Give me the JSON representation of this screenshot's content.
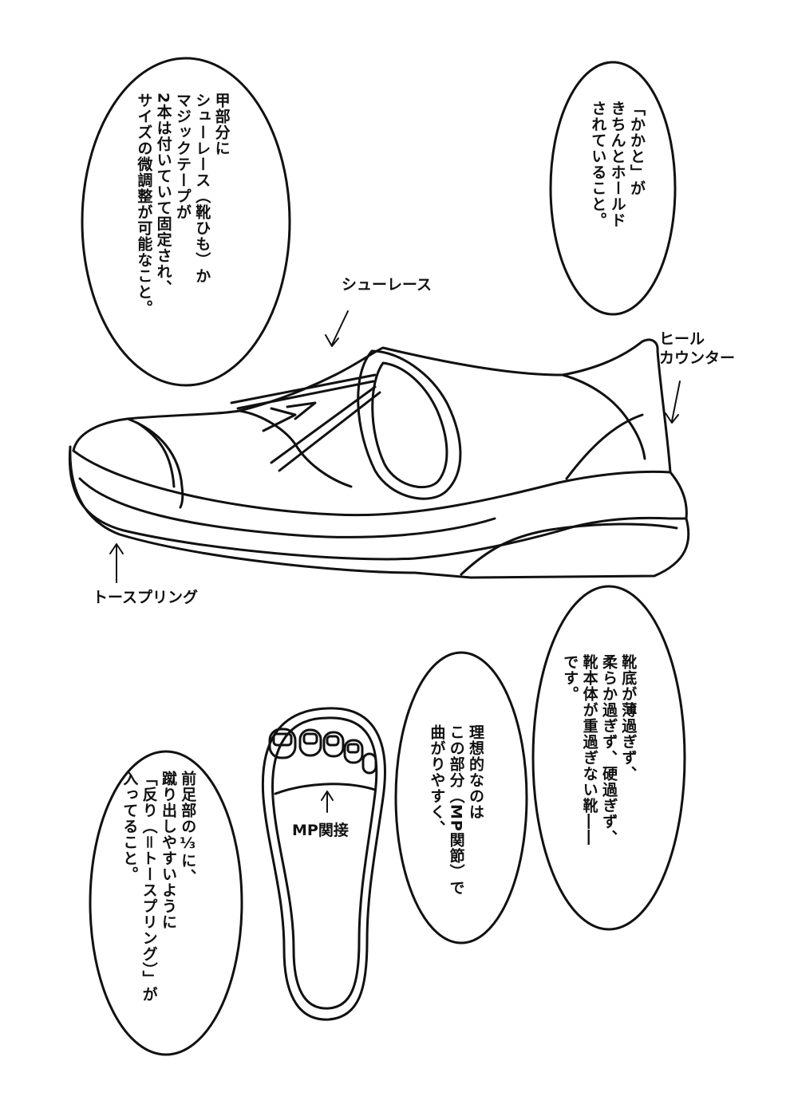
{
  "bubbles": {
    "instep": "甲部分に\nシューレース（靴ひも）か\nマジックテープが\n2本は付いていて固定され、\nサイズの微調整が可能なこと。",
    "heel": "「かかと」が\nきちんとホールド\nされていること。",
    "sole": "靴底が薄過ぎず、\n柔らか過ぎず、硬過ぎず、\n靴本体が重過ぎない靴――\nです。",
    "mp": "理想的なのは\nこの部分（MP関節）で\n曲がりやすく、",
    "toe_spring": "前足部の⅓に、\n蹴り出しやすいように\n「反り（＝トースプリング）」が\n入ってること。"
  },
  "labels": {
    "shoelace": "シューレース",
    "heel_counter": "ヒール\nカウンター",
    "toe_spring": "トースプリング",
    "mp_joint": "MP関接"
  }
}
